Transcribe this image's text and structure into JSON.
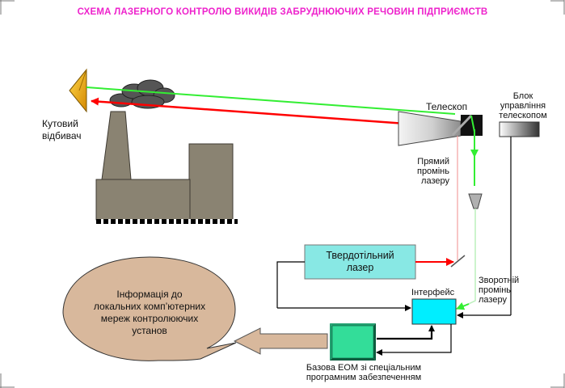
{
  "title": "СХЕМА ЛАЗЕРНОГО КОНТРОЛЮ ВИКИДІВ ЗАБРУДНЮЮЧИХ РЕЧОВИН ПІДПРИЄМСТВ",
  "labels": {
    "reflector": [
      "Кутовий",
      "відбивач"
    ],
    "telescope": "Телескоп",
    "telescope_control": [
      "Блок",
      "управління",
      "телескопом"
    ],
    "direct_beam": [
      "Прямий",
      "промінь",
      "лазеру"
    ],
    "laser": [
      "Твердотільний",
      "лазер"
    ],
    "return_beam": [
      "Зворотній",
      "промінь",
      "лазеру"
    ],
    "interface": "Інтерфейс",
    "computer": [
      "Базова ЕОМ зі спеціальним",
      "програмним забезпеченням"
    ],
    "info_bubble": [
      "Інформація до",
      "локальних комп’ютерних",
      "мереж контролюючих",
      "установ"
    ]
  },
  "colors": {
    "title": "#ee22cc",
    "outgoing_beam": "#ff0000",
    "return_beam": "#33ee33",
    "box_fill": "#88e8e4",
    "interface_fill": "#00eeff",
    "computer_fill": "#33dd99",
    "bubble_fill": "#d8b89c",
    "factory_fill": "#8a8372",
    "reflector_fill": "#f0b000",
    "smoke_fill": "#555555"
  },
  "icons": [
    "corner-reflector-icon",
    "smoke-cloud-icon",
    "factory-icon",
    "telescope-icon",
    "mirror-icon",
    "lens-icon",
    "computer-icon"
  ]
}
